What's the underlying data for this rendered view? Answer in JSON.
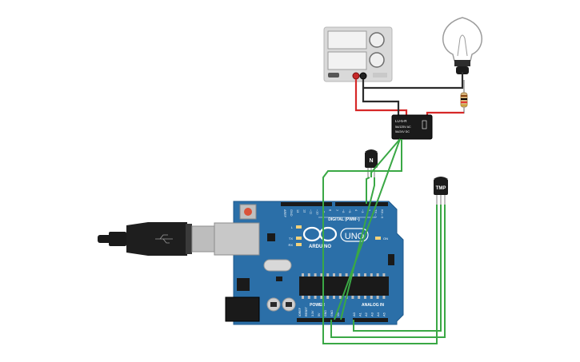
{
  "components": {
    "power_supply": {
      "name": "DC Power Supply",
      "display_label": "",
      "knob_label": ""
    },
    "bulb": {
      "name": "Light Bulb"
    },
    "resistor": {
      "name": "Resistor"
    },
    "relay": {
      "part_label": "LU-5-R",
      "rating_1": "5A/125V AC",
      "rating_2": "5A/24V DC"
    },
    "transistor": {
      "label": "N"
    },
    "temp_sensor": {
      "label": "TMP"
    },
    "arduino": {
      "brand": "ARDUINO",
      "model": "UNO",
      "digital_header": "DIGITAL (PWM~)",
      "power_header": "POWER",
      "analog_header": "ANALOG IN",
      "on_label": "ON",
      "tx_label": "TX",
      "rx_label": "RX",
      "l_label": "L",
      "top_pins": [
        "AREF",
        "GND",
        "13",
        "12",
        "~11",
        "~10",
        "~9",
        "8",
        "7",
        "~6",
        "~5",
        "4",
        "~3",
        "2",
        "TX→1",
        "RX←0"
      ],
      "power_pins": [
        "IOREF",
        "RESET",
        "3.3V",
        "5V",
        "GND",
        "GND",
        "Vin"
      ],
      "analog_pins": [
        "A0",
        "A1",
        "A2",
        "A3",
        "A4",
        "A5"
      ]
    },
    "usb_cable": {
      "name": "USB Cable"
    }
  },
  "colors": {
    "board": "#2b6fa8",
    "board_dark": "#1f5a8c",
    "wire_red": "#d62828",
    "wire_black": "#2b2b2b",
    "wire_green": "#3aa845",
    "relay": "#1a1a1a",
    "supply_body": "#d9d9d9"
  }
}
